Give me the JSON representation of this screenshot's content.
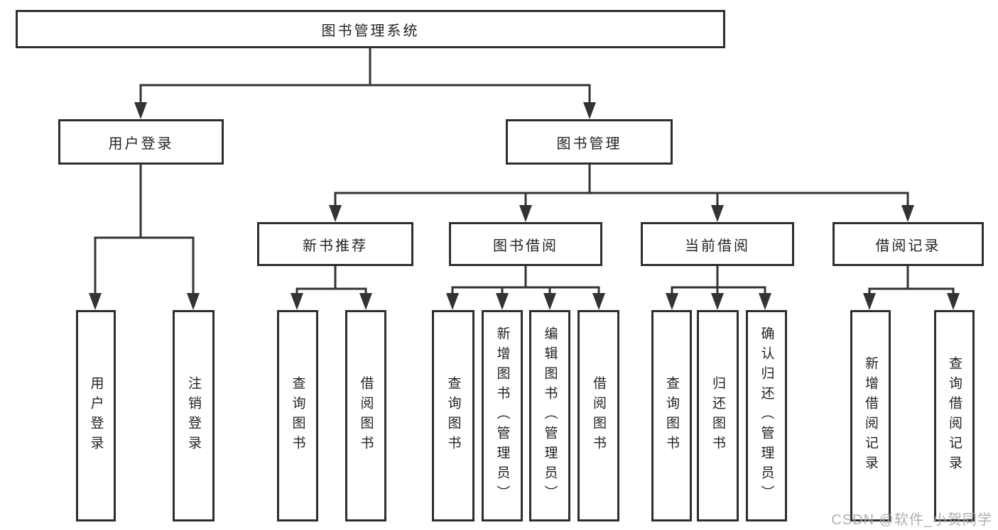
{
  "tree": {
    "label": "图书管理系统",
    "children": [
      {
        "label": "用户登录",
        "children": [
          {
            "label": "用户登录"
          },
          {
            "label": "注销登录"
          }
        ]
      },
      {
        "label": "图书管理",
        "children": [
          {
            "label": "新书推荐",
            "children": [
              {
                "label": "查询图书"
              },
              {
                "label": "借阅图书"
              }
            ]
          },
          {
            "label": "图书借阅",
            "children": [
              {
                "label": "查询图书"
              },
              {
                "label": "新增图书（管理员）"
              },
              {
                "label": "编辑图书（管理员）"
              },
              {
                "label": "借阅图书"
              }
            ]
          },
          {
            "label": "当前借阅",
            "children": [
              {
                "label": "查询图书"
              },
              {
                "label": "归还图书"
              },
              {
                "label": "确认归还（管理员）"
              }
            ]
          },
          {
            "label": "借阅记录",
            "children": [
              {
                "label": "新增借阅记录"
              },
              {
                "label": "查询借阅记录"
              }
            ]
          }
        ]
      }
    ]
  },
  "watermark": {
    "text": "CSDN @软件_小贺同学"
  },
  "colors": {
    "line": "#333333",
    "border": "#2e2e2e",
    "text": "#232323",
    "background": "#ffffff",
    "watermark": "#a8a8a8"
  }
}
